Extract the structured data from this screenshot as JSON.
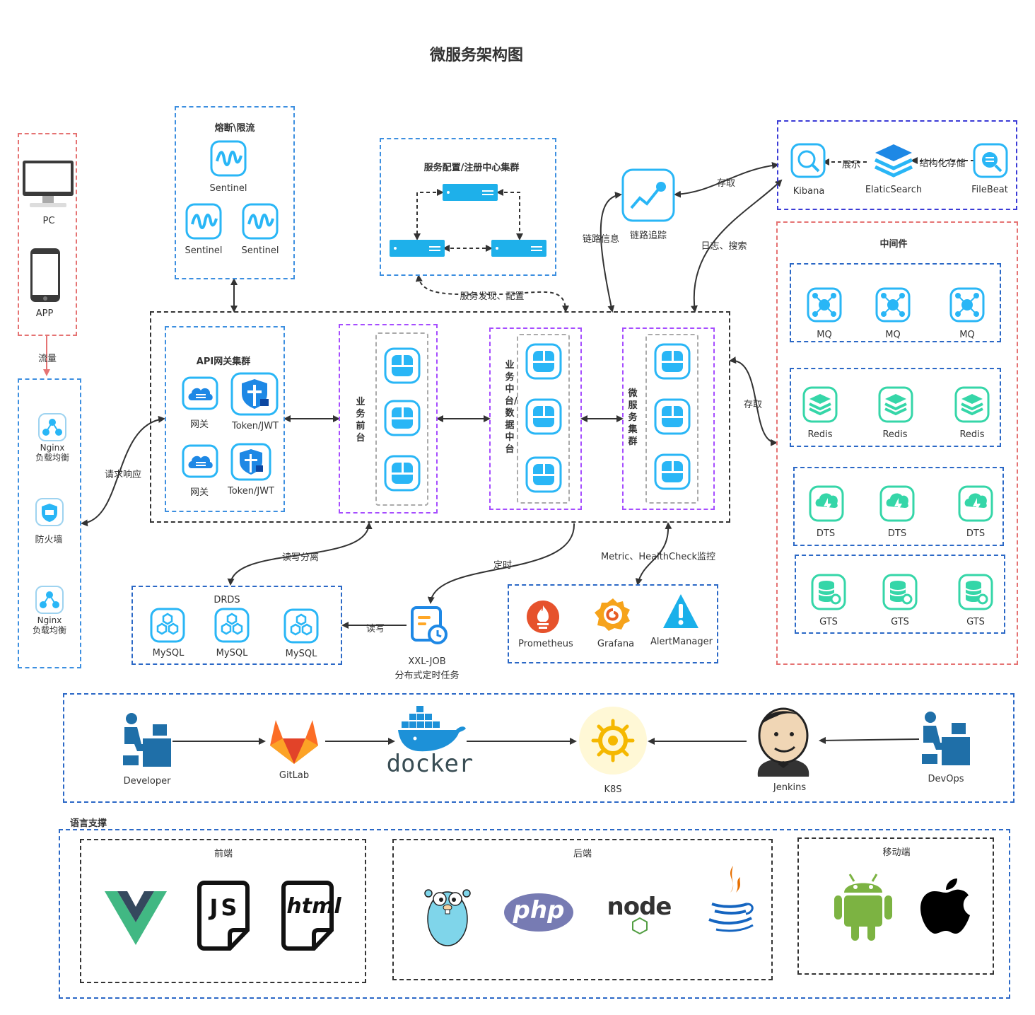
{
  "title": "微服务架构图",
  "clients": {
    "pc": "PC",
    "app": "APP"
  },
  "flow_label": "流量",
  "edge": {
    "nginx1": "Nginx\n负载均衡",
    "firewall": "防火墙",
    "nginx2": "Nginx\n负载均衡"
  },
  "request_label": "请求响应",
  "breaker": {
    "title": "熔断\\限流",
    "items": [
      "Sentinel",
      "Sentinel",
      "Sentinel"
    ]
  },
  "config": {
    "title": "服务配置/注册中心集群",
    "discovery_label": "服务发现、配置"
  },
  "gateway": {
    "title": "API网关集群",
    "items": [
      "网关",
      "Token/JWT",
      "网关",
      "Token/JWT"
    ]
  },
  "columns": {
    "front": "业务前台",
    "middle": "业务中台/数据中台",
    "micro": "微服务集群"
  },
  "tracing": {
    "label": "链路追踪",
    "info": "链路信息",
    "store": "存取"
  },
  "elk": {
    "kibana": "Kibana",
    "show": "展示",
    "es": "ElaticSearch",
    "struct": "结构化存储",
    "filebeat": "FileBeat",
    "log_label": "日志、搜索"
  },
  "middleware": {
    "title": "中间件",
    "mq": [
      "MQ",
      "MQ",
      "MQ"
    ],
    "redis": [
      "Redis",
      "Redis",
      "Redis"
    ],
    "dts": [
      "DTS",
      "DTS",
      "DTS"
    ],
    "gts": [
      "GTS",
      "GTS",
      "GTS"
    ],
    "access": "存取"
  },
  "db": {
    "title": "DRDS",
    "items": [
      "MySQL",
      "MySQL",
      "MySQL"
    ],
    "rw_split": "读写分离",
    "rw": "读写"
  },
  "job": {
    "name": "XXL-JOB",
    "desc": "分布式定时任务",
    "timer": "定时"
  },
  "monitor": {
    "label": "Metric、HealthCheck监控",
    "items": [
      "Prometheus",
      "Grafana",
      "AlertManager"
    ]
  },
  "cicd": {
    "developer": "Developer",
    "gitlab": "GitLab",
    "docker": "docker",
    "k8s": "K8S",
    "jenkins": "Jenkins",
    "devops": "DevOps"
  },
  "languages": {
    "title": "语言支撑",
    "frontend": {
      "title": "前端",
      "js": "JS",
      "html": "html"
    },
    "backend": {
      "title": "后端",
      "php": "php",
      "node": "node"
    },
    "mobile": {
      "title": "移动端"
    }
  },
  "colors": {
    "accent": "#29b6f6",
    "mint": "#35d6a8",
    "red_dash": "#e57373",
    "blue_dash": "#3d8fe0",
    "purple_dash": "#a64dff"
  }
}
